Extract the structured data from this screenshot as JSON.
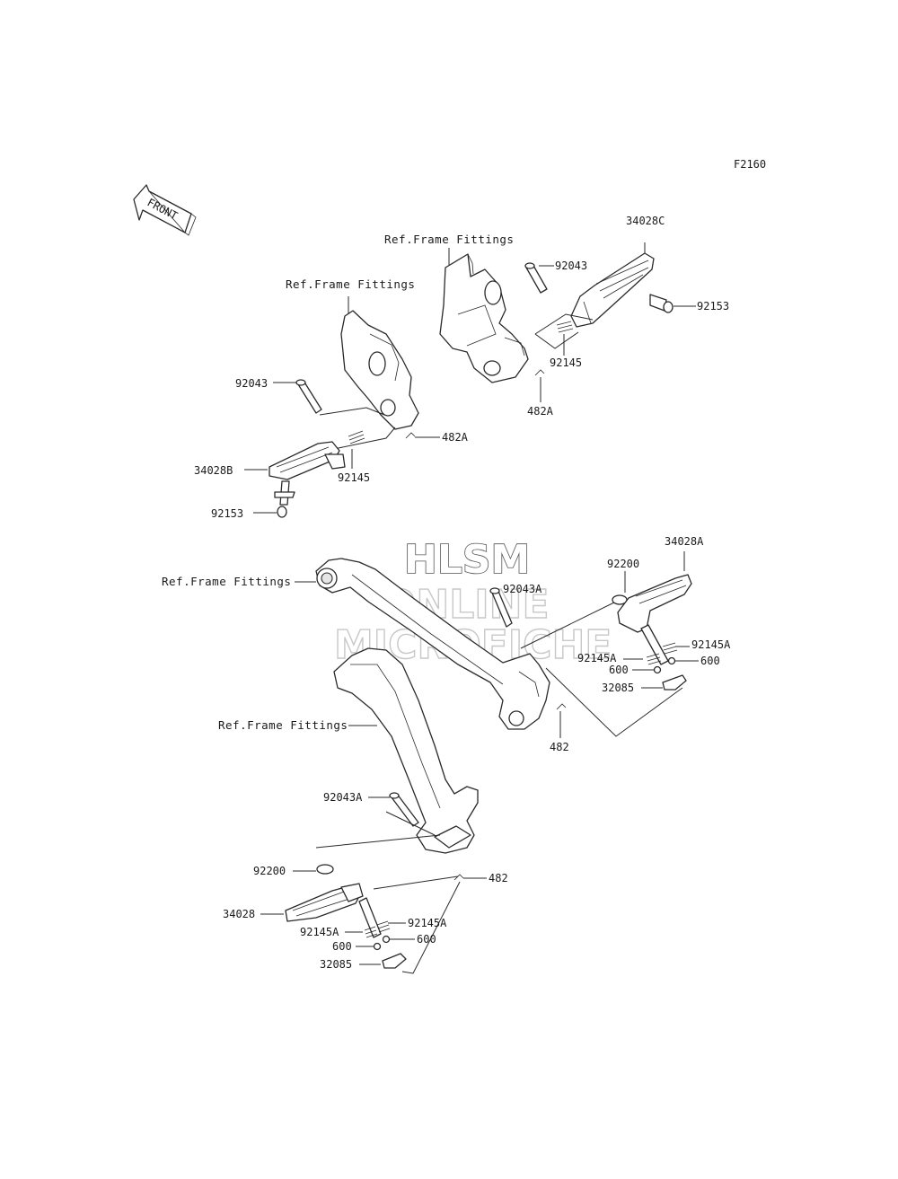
{
  "diagram": {
    "figure_code": "F2160",
    "front_arrow_text": "FRONT",
    "watermark": {
      "line1": "HLSM",
      "line2": "ONLINE",
      "line3": "MICROFICHE"
    },
    "labels": {
      "ref_upper_right": "Ref.Frame Fittings",
      "ref_upper_left": "Ref.Frame Fittings",
      "ref_middle": "Ref.Frame Fittings",
      "ref_lower": "Ref.Frame Fittings",
      "p34028C": "34028C",
      "p92043_ur": "92043",
      "p92153_ur": "92153",
      "p92145_ur": "92145",
      "p482A_ur": "482A",
      "p92043_ul": "92043",
      "p482A_ul": "482A",
      "p34028B": "34028B",
      "p92145_ul": "92145",
      "p92153_ul": "92153",
      "p34028A": "34028A",
      "p92200_r": "92200",
      "p92043A_r": "92043A",
      "p92145A_r1": "92145A",
      "p92145A_r2": "92145A",
      "p600_r1": "600",
      "p600_r2": "600",
      "p32085_r": "32085",
      "p482_r": "482",
      "p92043A_l": "92043A",
      "p92200_l": "92200",
      "p482_l": "482",
      "p34028": "34028",
      "p92145A_l1": "92145A",
      "p92145A_l2": "92145A",
      "p600_l1": "600",
      "p600_l2": "600",
      "p32085_l": "32085"
    }
  }
}
